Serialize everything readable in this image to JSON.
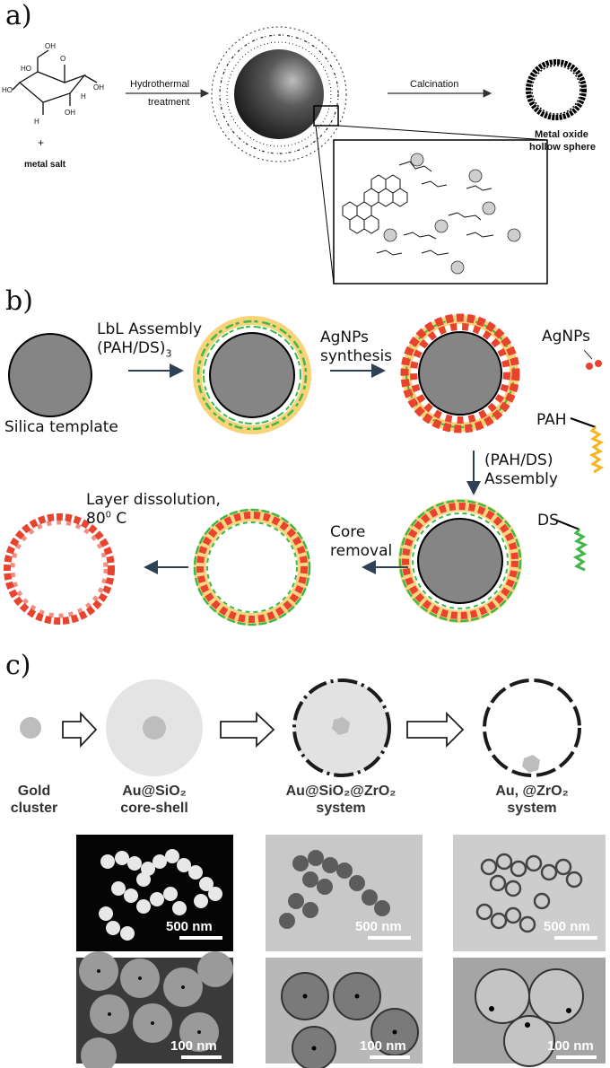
{
  "panel_a": {
    "label": "a)",
    "plus": "+",
    "metal_salt": "metal salt",
    "step1_line1": "Hydrothermal",
    "step1_line2": "treatment",
    "step2": "Calcination",
    "product_line1": "Metal oxide",
    "product_line2": "hollow sphere"
  },
  "panel_b": {
    "label": "b)",
    "silica_template": "Silica template",
    "lbl_line1": "LbL Assembly",
    "lbl_line2": "(PAH/DS)",
    "lbl_sub": "3",
    "agnps_syn_line1": "AgNPs",
    "agnps_syn_line2": "synthesis",
    "legend_agnps": "AgNPs",
    "legend_pah": "PAH",
    "legend_ds": "DS",
    "assembly_line1": "(PAH/DS)",
    "assembly_line2": "Assembly",
    "core_line1": "Core",
    "core_line2": "removal",
    "dissolve_line1": "Layer dissolution,",
    "dissolve_line2_pre": "80",
    "dissolve_sup": "0",
    "dissolve_line2_post": " C",
    "colors": {
      "silver": "#e8432e",
      "pah": "#f5b51e",
      "ds": "#3db84a",
      "core": "#8a8a8a"
    }
  },
  "panel_c": {
    "label": "c)",
    "stage1_line1": "Gold",
    "stage1_line2": "cluster",
    "stage2_line1": "Au@SiO₂",
    "stage2_line2": "core-shell",
    "stage3_line1": "Au@SiO₂@ZrO₂",
    "stage3_line2": "system",
    "stage4_line1": "Au, @ZrO₂",
    "stage4_line2": "system",
    "scale_top": "500 nm",
    "scale_bottom": "100 nm"
  }
}
